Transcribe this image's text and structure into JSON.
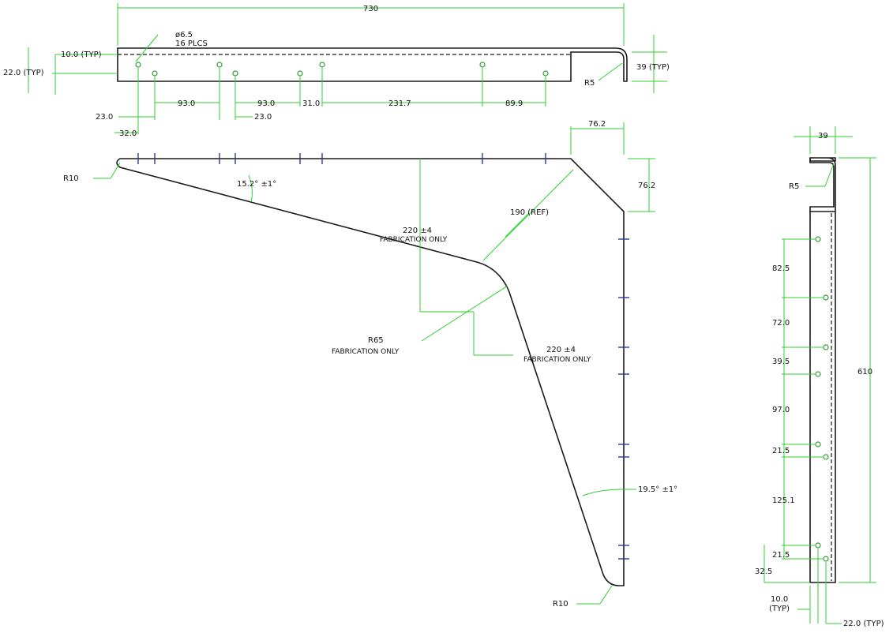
{
  "labels": {
    "overall_width": "730",
    "hole_dia": "ø6.5",
    "hole_count": "16 PLCS",
    "top_offset_a": "10.0 (TYP)",
    "top_offset_b": "22.0 (TYP)",
    "flange_height": "39 (TYP)",
    "radius_top": "R5",
    "d_23_0_left": "23.0",
    "d_32_0": "32.0",
    "d_93_0_a": "93.0",
    "d_93_0_b": "93.0",
    "d_23_0_mid": "23.0",
    "d_31_0": "31.0",
    "d_231_7": "231.7",
    "d_89_9": "89.9",
    "d_76_2_h": "76.2",
    "d_76_2_v": "76.2",
    "radius_r10_top": "R10",
    "angle_top": "15.2° ±1°",
    "dim_220_a": "220 ±4",
    "fab_only_a": "FABRICATION ONLY",
    "dim_190": "190 (REF)",
    "radius_r65": "R65",
    "fab_only_r65": "FABRICATION ONLY",
    "dim_220_b": "220 ±4",
    "fab_only_b": "FABRICATION ONLY",
    "angle_side": "19.5° ±1°",
    "radius_r10_bottom": "R10",
    "side_width": "39",
    "side_radius": "R5",
    "side_length": "610",
    "s_82_5": "82.5",
    "s_72_0": "72.0",
    "s_39_5": "39.5",
    "s_97_0": "97.0",
    "s_21_5_a": "21.5",
    "s_125_1": "125.1",
    "s_21_5_b": "21.5",
    "s_32_5": "32.5",
    "s_10_0": "10.0",
    "s_typ": "(TYP)",
    "s_22_0": "22.0 (TYP)"
  },
  "colors": {
    "part_line": "#1a1a1a",
    "dimension_line": "#2fcf2f",
    "hole": "#2f9f2f",
    "hole_tick": "#2a3f8f",
    "background": "#ffffff"
  }
}
